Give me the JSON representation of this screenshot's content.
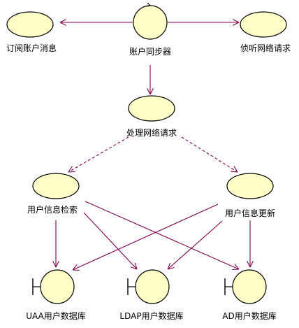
{
  "nodes": {
    "account_synchronizer": {
      "label": "账户同步器",
      "kind": "control"
    },
    "subscribe_account_messages": {
      "label": "订阅账户消息",
      "kind": "entity"
    },
    "listen_network_requests": {
      "label": "侦听网络请求",
      "kind": "entity"
    },
    "process_network_requests": {
      "label": "处理网络请求",
      "kind": "entity"
    },
    "user_info_retrieval": {
      "label": "用户信息检索",
      "kind": "entity"
    },
    "user_info_update": {
      "label": "用户信息更新",
      "kind": "entity"
    },
    "uaa_user_database": {
      "label": "UAA用户数据库",
      "kind": "boundary"
    },
    "ldap_user_database": {
      "label": "LDAP用户数据库",
      "kind": "boundary"
    },
    "ad_user_database": {
      "label": "AD用户数据库",
      "kind": "boundary"
    }
  },
  "edges": [
    {
      "from": "account_synchronizer",
      "to": "subscribe_account_messages",
      "style": "solid"
    },
    {
      "from": "account_synchronizer",
      "to": "listen_network_requests",
      "style": "solid"
    },
    {
      "from": "account_synchronizer",
      "to": "process_network_requests",
      "style": "solid"
    },
    {
      "from": "process_network_requests",
      "to": "user_info_retrieval",
      "style": "dashed"
    },
    {
      "from": "process_network_requests",
      "to": "user_info_update",
      "style": "dashed"
    },
    {
      "from": "user_info_retrieval",
      "to": "uaa_user_database",
      "style": "solid"
    },
    {
      "from": "user_info_retrieval",
      "to": "ldap_user_database",
      "style": "solid"
    },
    {
      "from": "user_info_retrieval",
      "to": "ad_user_database",
      "style": "solid"
    },
    {
      "from": "user_info_update",
      "to": "uaa_user_database",
      "style": "solid"
    },
    {
      "from": "user_info_update",
      "to": "ldap_user_database",
      "style": "solid"
    },
    {
      "from": "user_info_update",
      "to": "ad_user_database",
      "style": "solid"
    }
  ],
  "colors": {
    "shape_fill": "#ffffc8",
    "shape_stroke": "#000000",
    "edge": "#80004b",
    "background": "#ffffff"
  }
}
